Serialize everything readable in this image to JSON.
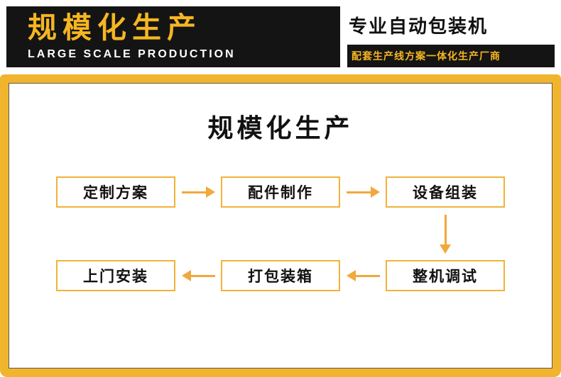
{
  "header": {
    "brand_title": "规模化生产",
    "brand_subtitle": "LARGE SCALE PRODUCTION",
    "product_title": "专业自动包装机",
    "tagline": "配套生产线方案一体化生产厂商"
  },
  "panel": {
    "title": "规模化生产",
    "steps": {
      "custom_plan": "定制方案",
      "parts_making": "配件制作",
      "equipment_assembly": "设备组装",
      "machine_testing": "整机调试",
      "packing": "打包装箱",
      "onsite_install": "上门安装"
    },
    "flow_order_note": "定制方案 → 配件制作 → 设备组装 ↓ 整机调试 → 打包装箱 → 上门安装"
  },
  "colors": {
    "accent_yellow": "#F0B42D",
    "box_border_yellow": "#F2B239",
    "arrow_yellow": "#F1A83C",
    "header_black": "#141414",
    "text_black": "#111111",
    "brand_text_yellow": "#F5B622"
  }
}
